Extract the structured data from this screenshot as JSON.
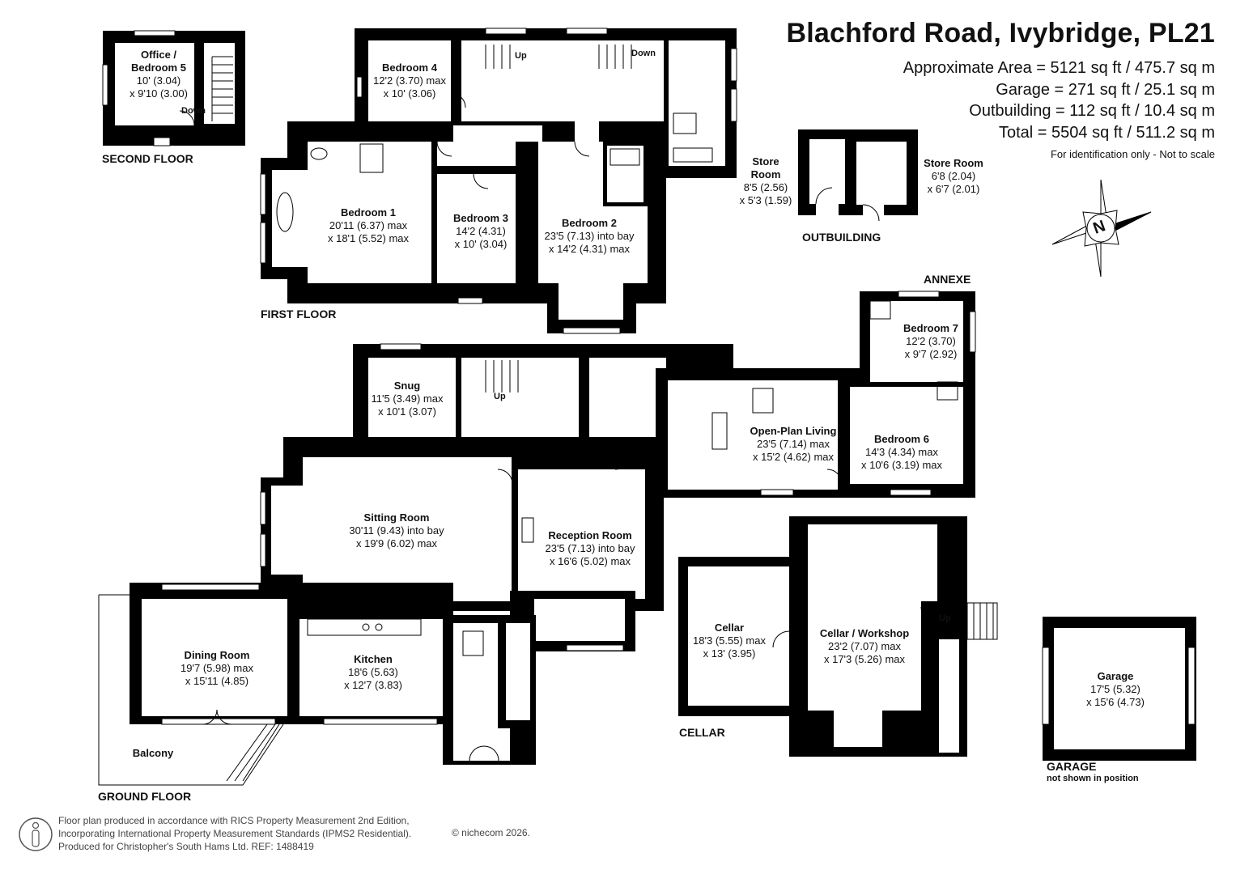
{
  "header": {
    "title": "Blachford Road, Ivybridge, PL21",
    "areas": [
      "Approximate Area = 5121 sq ft / 475.7 sq m",
      "Garage = 271 sq ft / 25.1 sq m",
      "Outbuilding = 112 sq ft / 10.4 sq m",
      "Total = 5504 sq ft / 511.2 sq m"
    ],
    "note": "For identification only - Not to scale"
  },
  "floors": {
    "second": "SECOND FLOOR",
    "first": "FIRST FLOOR",
    "ground": "GROUND FLOOR",
    "cellar": "CELLAR",
    "annexe": "ANNEXE",
    "outbuilding": "OUTBUILDING",
    "garage": "GARAGE",
    "garage_note": "not shown in position"
  },
  "rooms": {
    "office": {
      "name": "Office /\nBedroom 5",
      "l1": "10' (3.04)",
      "l2": "x 9'10 (3.00)"
    },
    "bed4": {
      "name": "Bedroom 4",
      "l1": "12'2 (3.70) max",
      "l2": "x 10' (3.06)"
    },
    "bed1": {
      "name": "Bedroom 1",
      "l1": "20'11 (6.37) max",
      "l2": "x 18'1 (5.52) max"
    },
    "bed3": {
      "name": "Bedroom 3",
      "l1": "14'2 (4.31)",
      "l2": "x 10' (3.04)"
    },
    "bed2": {
      "name": "Bedroom 2",
      "l1": "23'5 (7.13) into bay",
      "l2": "x 14'2 (4.31) max"
    },
    "store1": {
      "name": "Store\nRoom",
      "l1": "8'5 (2.56)",
      "l2": "x 5'3 (1.59)"
    },
    "store2": {
      "name": "Store Room",
      "l1": "6'8 (2.04)",
      "l2": "x 6'7 (2.01)"
    },
    "bed7": {
      "name": "Bedroom 7",
      "l1": "12'2 (3.70)",
      "l2": "x 9'7 (2.92)"
    },
    "bed6": {
      "name": "Bedroom 6",
      "l1": "14'3 (4.34) max",
      "l2": "x 10'6 (3.19) max"
    },
    "openplan": {
      "name": "Open-Plan Living",
      "l1": "23'5 (7.14) max",
      "l2": "x 15'2 (4.62) max"
    },
    "snug": {
      "name": "Snug",
      "l1": "11'5 (3.49) max",
      "l2": "x 10'1 (3.07)"
    },
    "sitting": {
      "name": "Sitting Room",
      "l1": "30'11 (9.43) into bay",
      "l2": "x 19'9 (6.02) max"
    },
    "reception": {
      "name": "Reception Room",
      "l1": "23'5 (7.13) into bay",
      "l2": "x 16'6 (5.02) max"
    },
    "dining": {
      "name": "Dining Room",
      "l1": "19'7 (5.98) max",
      "l2": "x 15'11 (4.85)"
    },
    "kitchen": {
      "name": "Kitchen",
      "l1": "18'6 (5.63)",
      "l2": "x 12'7 (3.83)"
    },
    "balcony": {
      "name": "Balcony"
    },
    "cellar": {
      "name": "Cellar",
      "l1": "18'3 (5.55) max",
      "l2": "x 13' (3.95)"
    },
    "workshop": {
      "name": "Cellar / Workshop",
      "l1": "23'2 (7.07) max",
      "l2": "x 17'3 (5.26) max"
    },
    "garage": {
      "name": "Garage",
      "l1": "17'5 (5.32)",
      "l2": "x 15'6 (4.73)"
    }
  },
  "stairs": {
    "down": "Down",
    "up": "Up"
  },
  "compass": {
    "letter": "N"
  },
  "footer": {
    "lines": [
      "Floor plan produced in accordance with RICS Property Measurement 2nd Edition,",
      "Incorporating International Property Measurement Standards (IPMS2 Residential).",
      "Produced for Christopher's South Hams Ltd.   REF: 1488419"
    ],
    "copyright": "© nichecom 2026."
  }
}
